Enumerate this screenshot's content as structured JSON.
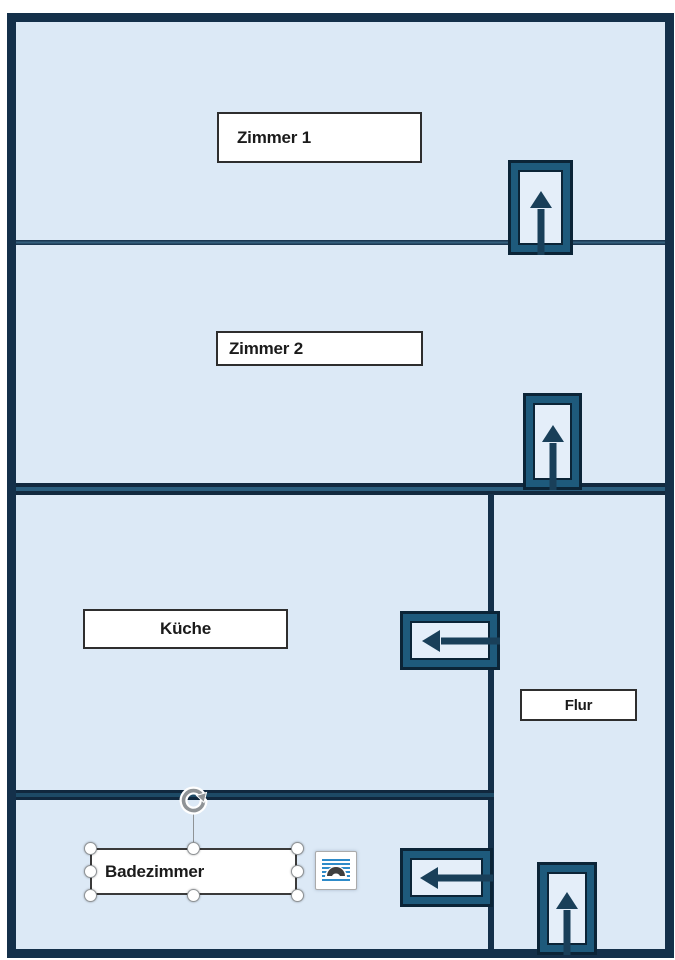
{
  "rooms": {
    "zimmer1": {
      "label": "Zimmer 1"
    },
    "zimmer2": {
      "label": "Zimmer 2"
    },
    "kueche": {
      "label": "Küche"
    },
    "flur": {
      "label": "Flur"
    },
    "badezimmer": {
      "label": "Badezimmer"
    }
  },
  "doors": [
    {
      "room": "zimmer1",
      "icon": "door-up-arrow-icon"
    },
    {
      "room": "zimmer2",
      "icon": "door-up-arrow-icon"
    },
    {
      "room": "kueche",
      "icon": "door-left-arrow-icon"
    },
    {
      "room": "badezimmer",
      "icon": "door-left-arrow-icon"
    },
    {
      "room": "flur",
      "icon": "door-up-arrow-icon"
    }
  ],
  "selection": {
    "selected_shape": "badezimmer-label",
    "rotate_icon": "rotate-handle-icon",
    "layout_options_icon": "layout-options-icon"
  },
  "colors": {
    "wall": "#14304a",
    "room_fill": "#dce9f6",
    "door_frame": "#1e5a7c",
    "door_outline": "#0b2437",
    "door_fill": "#e4eef9",
    "arrow": "#193f59",
    "handle": "#8f9396",
    "layout_icon_blue": "#2e8bc9"
  }
}
